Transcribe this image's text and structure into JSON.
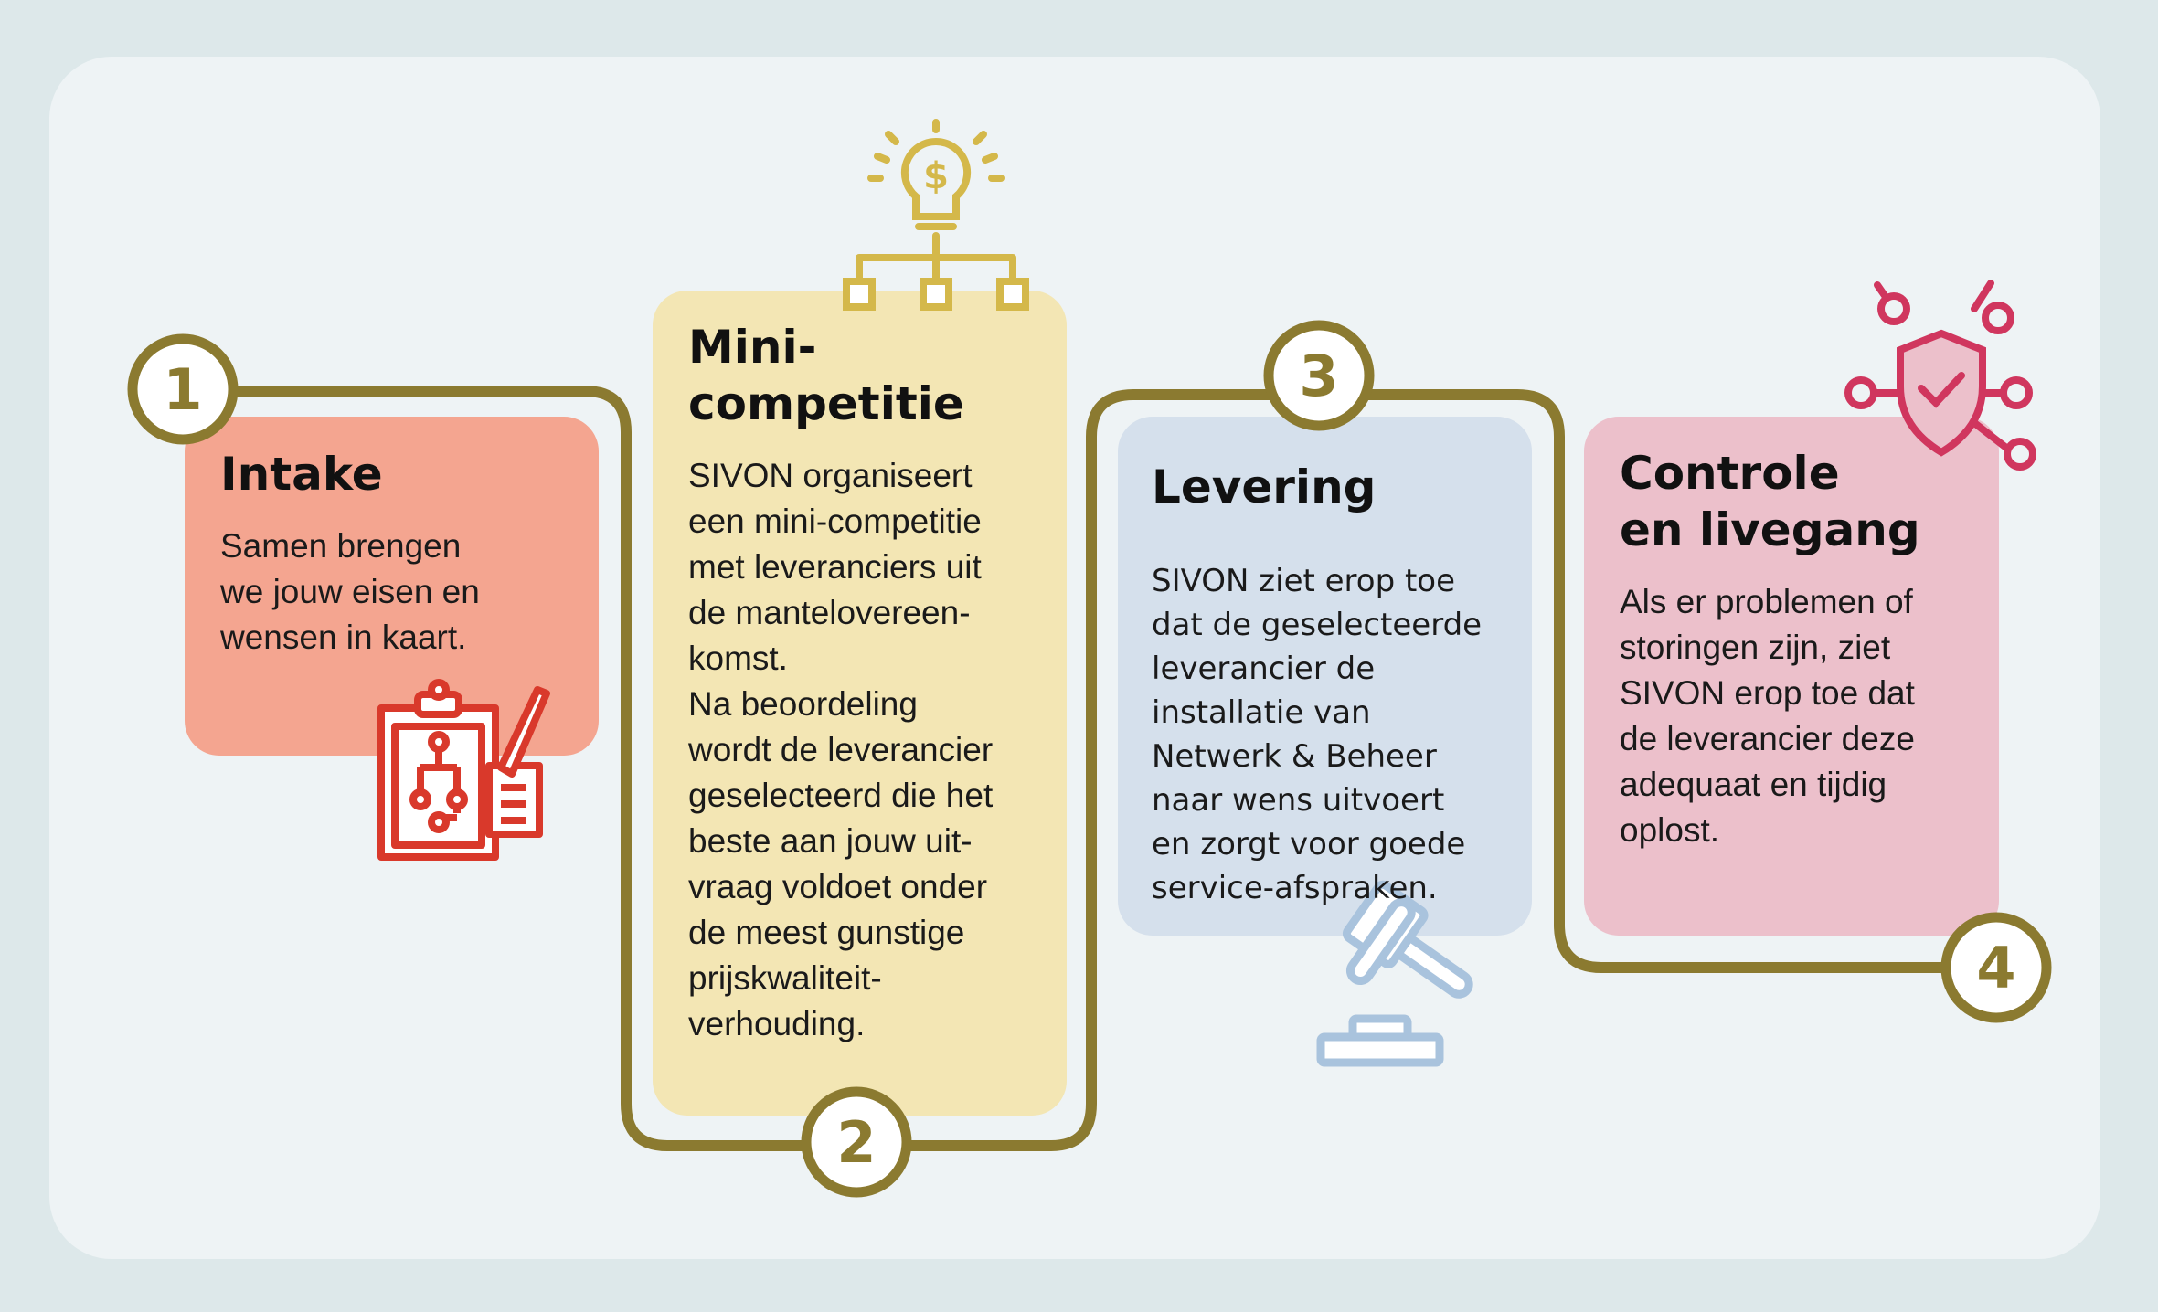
{
  "colors": {
    "path": "#8b7a30",
    "intake": "#f4a590",
    "mini": "#f3e6b4",
    "levering": "#d5e0ec",
    "controle": "#ecc0cb"
  },
  "steps": [
    {
      "number": "1",
      "title": "Intake",
      "body": "Samen brengen\nwe jouw eisen en\nwensen in kaart.",
      "icon": "clipboard-flowchart-icon"
    },
    {
      "number": "2",
      "title": "Mini-\ncompetitie",
      "body": "SIVON organiseert\neen mini-competitie\nmet leveranciers uit\nde mantelovereen-\nkomst.\nNa beoordeling\nwordt de leverancier\ngeselecteerd die het\nbeste aan jouw uit-\nvraag voldoet onder\nde meest gunstige\nprijskwaliteit-\nverhouding.",
      "icon": "lightbulb-dollar-icon"
    },
    {
      "number": "3",
      "title": "Levering",
      "body": "SIVON ziet erop toe\ndat de geselecteerde\nleverancier de\ninstallatie van\nNetwerk & Beheer\nnaar wens uitvoert\nen zorgt voor goede\nservice-afspraken.",
      "icon": "gavel-icon"
    },
    {
      "number": "4",
      "title": "Controle\nen livegang",
      "body": "Als er problemen of\nstoringen zijn, ziet\nSIVON erop toe dat\nde leverancier deze\nadequaat en tijdig\noplost.",
      "icon": "shield-network-icon"
    }
  ]
}
